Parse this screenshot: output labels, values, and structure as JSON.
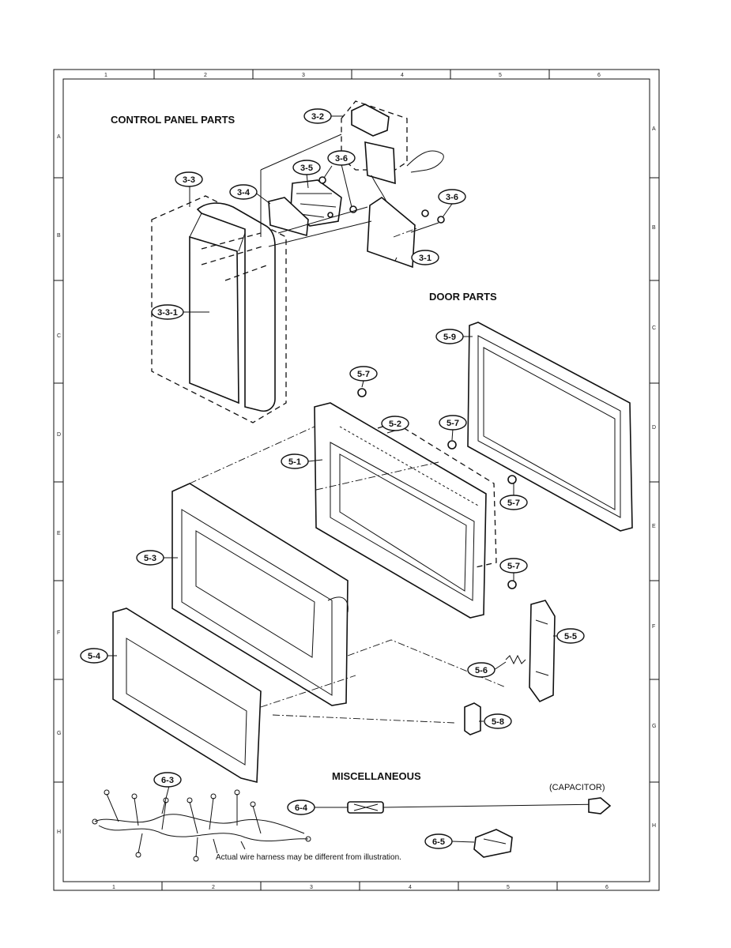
{
  "sections": {
    "control_panel": "CONTROL PANEL PARTS",
    "door": "DOOR  PARTS",
    "misc": "MISCELLANEOUS"
  },
  "grid": {
    "columns": [
      "1",
      "2",
      "3",
      "4",
      "5",
      "6"
    ],
    "rows": [
      "A",
      "B",
      "C",
      "D",
      "E",
      "F",
      "G",
      "H"
    ]
  },
  "labels": {
    "p3_1": "3-1",
    "p3_2": "3-2",
    "p3_3": "3-3",
    "p3_3_1": "3-3-1",
    "p3_4": "3-4",
    "p3_5": "3-5",
    "p3_6a": "3-6",
    "p3_6b": "3-6",
    "p5_1": "5-1",
    "p5_2": "5-2",
    "p5_3": "5-3",
    "p5_4": "5-4",
    "p5_5": "5-5",
    "p5_6": "5-6",
    "p5_7a": "5-7",
    "p5_7b": "5-7",
    "p5_7c": "5-7",
    "p5_7d": "5-7",
    "p5_8": "5-8",
    "p5_9": "5-9",
    "p6_3": "6-3",
    "p6_4": "6-4",
    "p6_5": "6-5"
  },
  "capacitor_label": "(CAPACITOR)",
  "note": "Actual wire harness may be different from illustration."
}
